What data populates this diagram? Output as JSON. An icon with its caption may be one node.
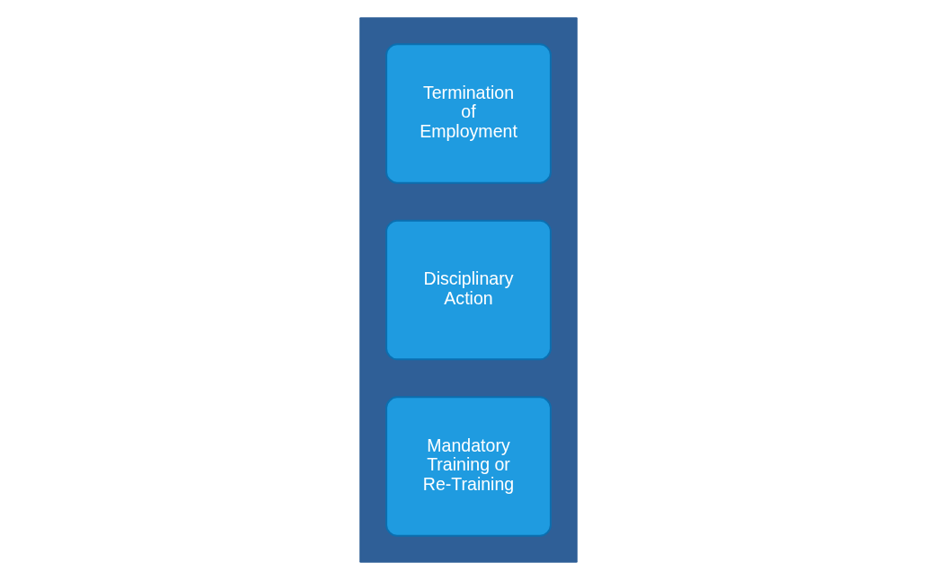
{
  "diagram": {
    "nodes": [
      {
        "text": [],
        "shape": "arrow"
      },
      {
        "text": [
          "Mandatory Training or Re-Training"
        ],
        "in": 0
      },
      {
        "text": [
          "Disciplinary Action"
        ],
        "in": 0
      },
      {
        "text": [
          "Termination of Employment"
        ],
        "in": 0
      }
    ]
  }
}
